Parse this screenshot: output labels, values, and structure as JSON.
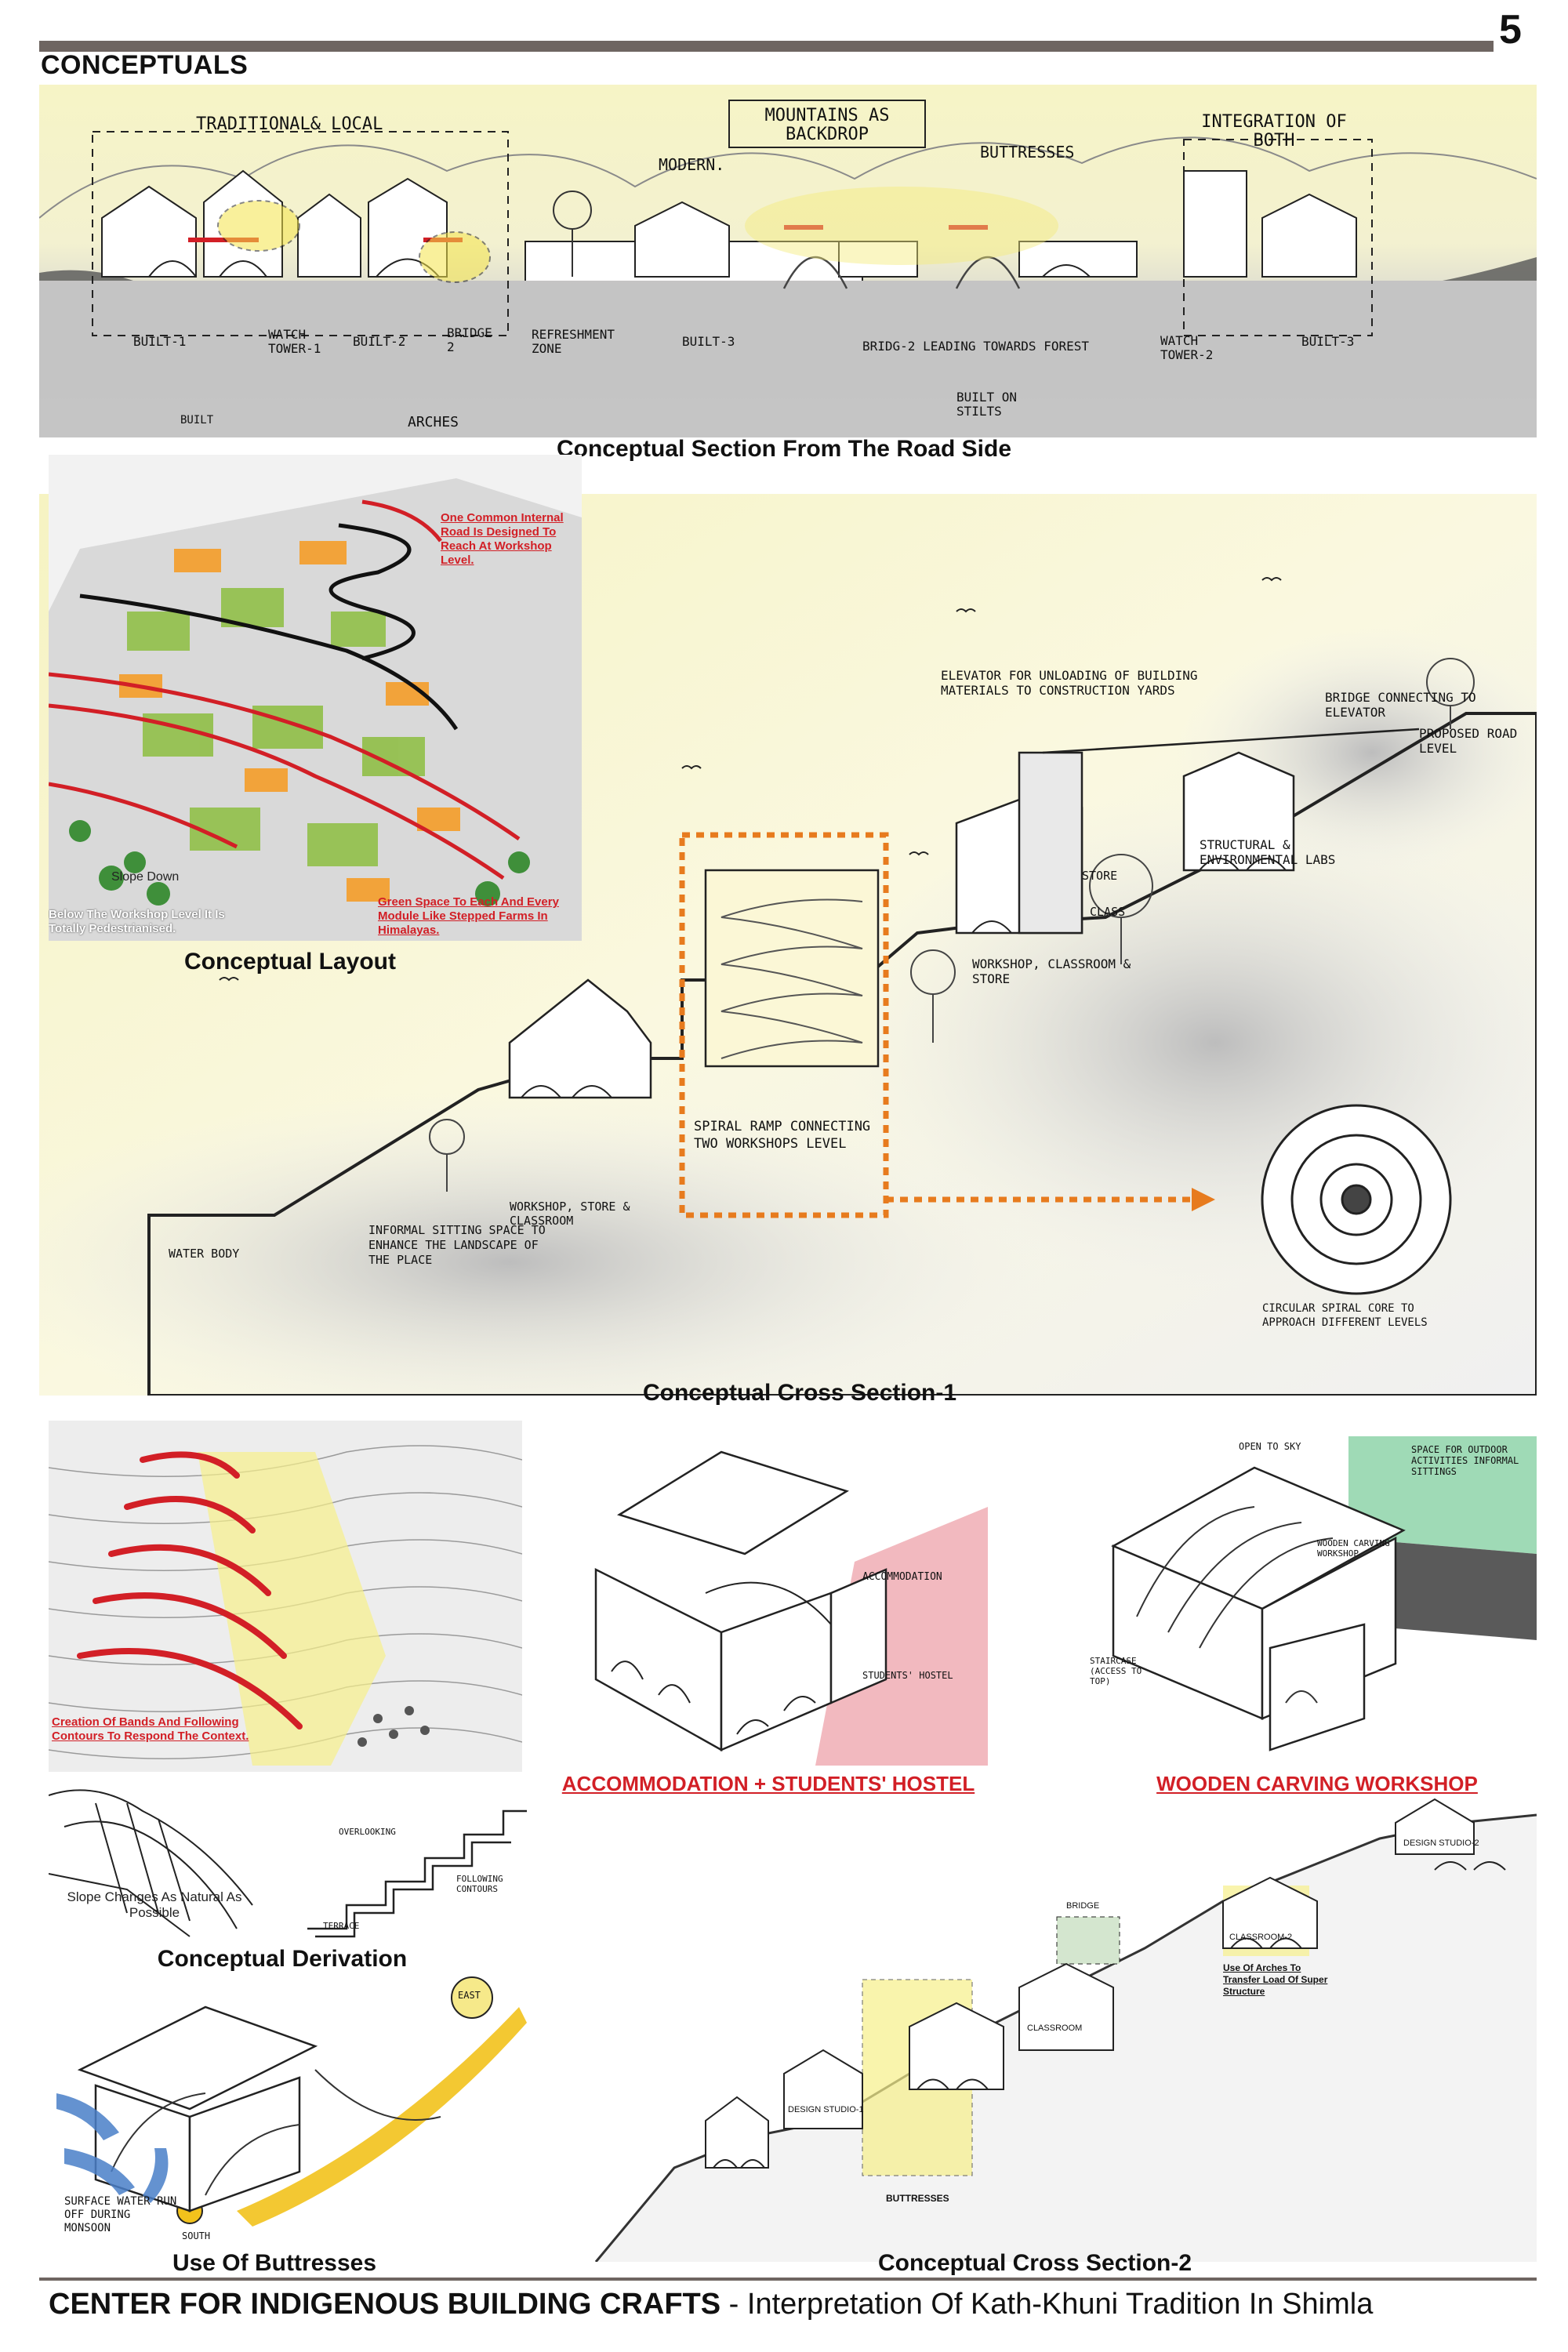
{
  "page": {
    "number": "5",
    "section_title": "CONCEPTUALS",
    "footer_title": "CENTER FOR INDIGENOUS BUILDING CRAFTS",
    "footer_subtitle": " - Interpretation Of Kath-Khuni Tradition In Shimla"
  },
  "road_section": {
    "caption": "Conceptual Section From The Road Side",
    "labels": {
      "traditional": "TRADITIONAL& LOCAL",
      "mountains": "MOUNTAINS AS BACKDROP",
      "modern": "MODERN.",
      "buttresses": "BUTTRESSES",
      "integration": "INTEGRATION OF BOTH",
      "built1": "BUILT-1",
      "watch1": "WATCH TOWER-1",
      "built2": "BUILT-2",
      "bridge": "BRIDGE 2",
      "refresh": "REFRESHMENT ZONE",
      "built3a": "BUILT-3",
      "bridge2": "BRIDG-2 LEADING TOWARDS FOREST",
      "watch2": "WATCH TOWER-2",
      "built3b": "BUILT-3",
      "stilts": "BUILT ON STILTS",
      "arches": "ARCHES",
      "built": "BUILT"
    }
  },
  "layout_panel": {
    "caption": "Conceptual Layout",
    "note_road": "One Common Internal Road Is Designed To Reach At Workshop Level.",
    "note_slope": "Slope Down",
    "note_pedestrian": "Below The Workshop Level It Is Totally Pedestrianised.",
    "note_green": "Green Space To Each And Every Module Like Stepped Farms In Himalayas."
  },
  "cross_section_1": {
    "caption": "Conceptual Cross Section-1",
    "labels": {
      "elevator": "ELEVATOR FOR UNLOADING OF BUILDING MATERIALS TO CONSTRUCTION YARDS",
      "bridge": "BRIDGE CONNECTING TO ELEVATOR",
      "road": "PROPOSED ROAD LEVEL",
      "labs": "STRUCTURAL & ENVIRONMENTAL LABS",
      "store": "STORE",
      "class": "CLASS",
      "workshop": "WORKSHOP, CLASSROOM & STORE",
      "spiral": "SPIRAL RAMP CONNECTING TWO WORKSHOPS LEVEL",
      "core": "CIRCULAR SPIRAL CORE TO APPROACH DIFFERENT LEVELS",
      "workshop2": "WORKSHOP, STORE & CLASSROOM",
      "informal": "INFORMAL SITTING SPACE TO ENHANCE THE LANDSCAPE OF THE PLACE",
      "water": "WATER BODY"
    }
  },
  "bands_panel": {
    "note": "Creation Of Bands And Following Contours To Respond The Context."
  },
  "accommodation": {
    "caption": "ACCOMMODATION + STUDENTS' HOSTEL",
    "label1": "ACCOMMODATION",
    "label2": "STUDENTS' HOSTEL"
  },
  "wooden": {
    "caption": "WOODEN CARVING WORKSHOP",
    "label_open": "OPEN TO SKY",
    "label_outdoor": "SPACE FOR OUTDOOR ACTIVITIES INFORMAL SITTINGS",
    "label_stair": "STAIRCASE (ACCESS TO TOP)",
    "label_carving": "WOODEN CARVING WORKSHOP"
  },
  "derivation": {
    "caption": "Conceptual Derivation",
    "note": "Slope Changes As Natural As Possible",
    "label_steps": "OVERLOOKING",
    "label_follow": "FOLLOWING CONTOURS",
    "label_terrace": "TERRACE"
  },
  "buttress_panel": {
    "caption": "Use Of Buttresses",
    "east": "EAST",
    "south": "SOUTH",
    "runoff": "SURFACE WATER RUN OFF DURING MONSOON"
  },
  "cross_section_2": {
    "caption": "Conceptual Cross Section-2",
    "buttresses": "BUTTRESSES",
    "arches_note": "Use Of Arches To Transfer Load Of Super Structure",
    "bridge": "BRIDGE",
    "classroom": "CLASSROOM",
    "classroom2": "CLASSROOM-2",
    "design1": "DESIGN STUDIO-1",
    "design2": "DESIGN STUDIO-2"
  },
  "colors": {
    "accent_red": "#d21f26",
    "orange": "#e77b1e",
    "yellow_wash": "#f3f0b8",
    "rule_grey": "#6e6561"
  }
}
